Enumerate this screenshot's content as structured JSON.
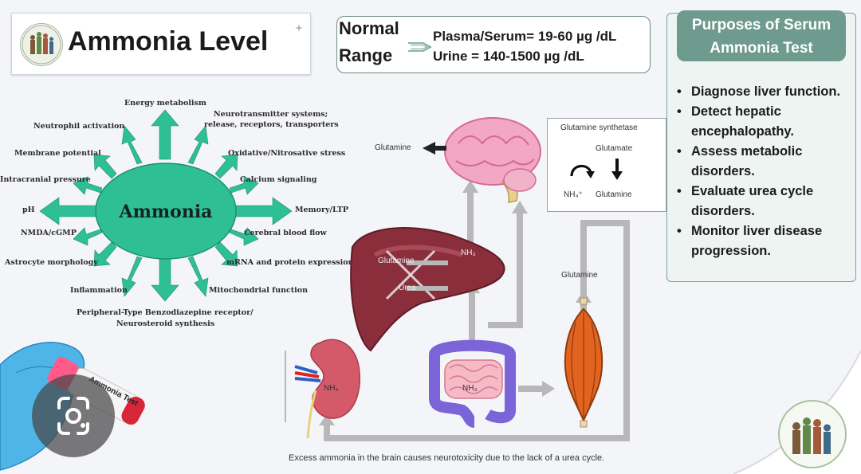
{
  "title": "Ammonia Level",
  "normal_range": {
    "label_line1": "Normal",
    "label_line2": "Range",
    "plasma": "Plasma/Serum= 19-60 µg /dL",
    "urine": "Urine  = 140-1500 µg /dL"
  },
  "purposes": {
    "heading_line1": "Purposes of Serum",
    "heading_line2": "Ammonia Test",
    "items": [
      "Diagnose liver function.",
      "Detect hepatic encephalopathy.",
      "Assess metabolic disorders.",
      "Evaluate urea cycle disorders.",
      "Monitor liver disease progression."
    ]
  },
  "ammonia_center": "Ammonia",
  "effects": {
    "energy": "Energy metabolism",
    "neurotransmitter_1": "Neurotransmitter systems;",
    "neurotransmitter_2": "release, receptors, transporters",
    "neutrophil": "Neutrophil activation",
    "oxidative": "Oxidative/Nitrosative stress",
    "membrane": "Membrane potential",
    "calcium": "Calcium signaling",
    "intracranial": "Intracranial pressure",
    "ph": "pH",
    "memory": "Memory/LTP",
    "nmda": "NMDA/cGMP",
    "cerebral": "Cerebral blood flow",
    "astrocyte": "Astrocyte morphology",
    "mrna": "mRNA and protein expression",
    "inflammation": "Inflammation",
    "mitochondrial": "Mitochondrial function",
    "peripheral_1": "Peripheral-Type Benzodiazepine receptor/",
    "peripheral_2": "Neurosteroid synthesis"
  },
  "pathway": {
    "glutamine_brain": "Glutamine",
    "gs_title": "Glutamine synthetase",
    "gs_glutamate": "Glutamate",
    "gs_nh4": "NH₄⁺",
    "gs_glutamine": "Glutamine",
    "liver_glutamine": "Glutamine",
    "liver_urea": "Urea",
    "liver_nh3": "NH₃",
    "muscle_glutamine": "Glutamine",
    "kidney_nh3": "NH₃",
    "gut_nh3": "NH₃",
    "caption": "Excess ammonia in the brain causes neurotoxicity due to the lack of a urea cycle."
  },
  "tube_label": "Ammonia Test",
  "colors": {
    "accent_green": "#2fbf96",
    "teal_header": "#6e9b8e",
    "liver": "#8a2e3c",
    "brain": "#f2a7c3"
  }
}
